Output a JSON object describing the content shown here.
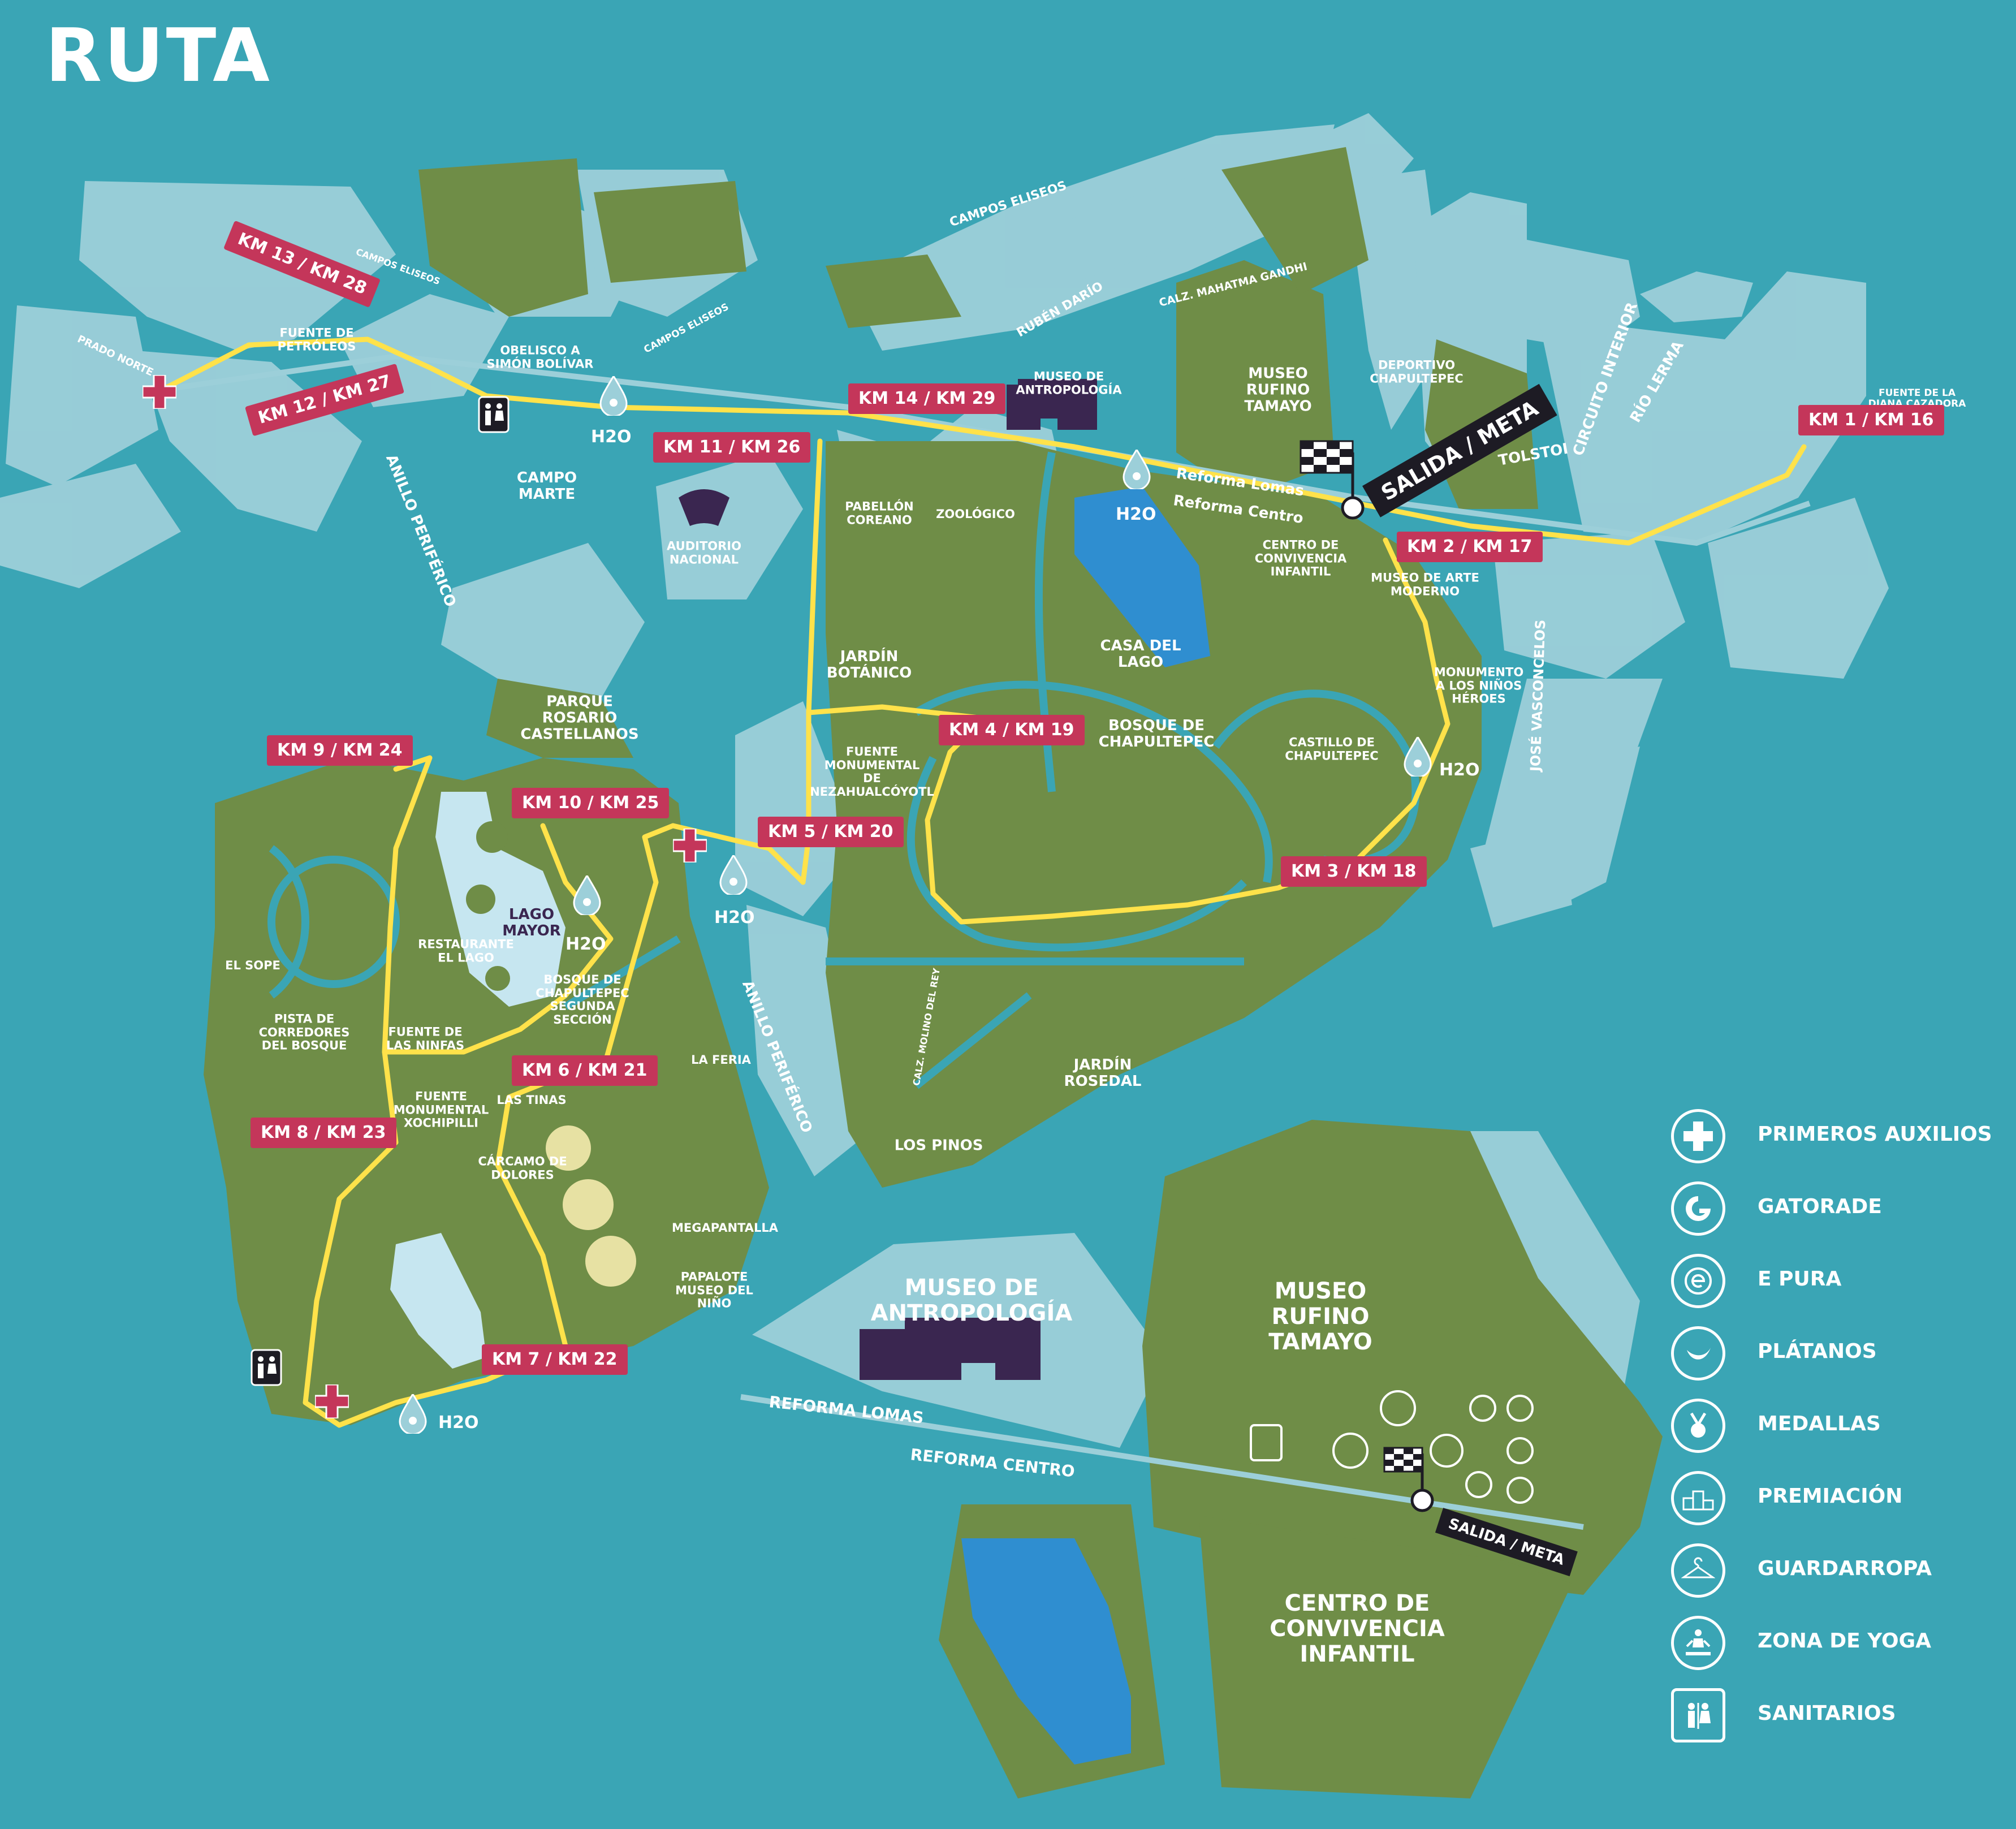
{
  "title": "RUTA",
  "colors": {
    "water": "#3aa5b5",
    "block": "#9ccfd9",
    "park": "#6f8d47",
    "route": "#ffe24a",
    "marker": "#c4365a",
    "lake": "#2f8ed0",
    "lake_light": "#c6e6f0",
    "museum": "#3a2650",
    "flag_tag": "#1d1b24"
  },
  "km_markers": [
    {
      "id": "km13-28",
      "label": "KM 13 / KM 28"
    },
    {
      "id": "km12-27",
      "label": "KM 12 / KM 27"
    },
    {
      "id": "km14-29",
      "label": "KM 14 / KM 29"
    },
    {
      "id": "km11-26",
      "label": "KM 11 / KM 26"
    },
    {
      "id": "km1-16",
      "label": "KM 1 / KM 16"
    },
    {
      "id": "km2-17",
      "label": "KM 2 / KM 17"
    },
    {
      "id": "km4-19",
      "label": "KM 4 / KM 19"
    },
    {
      "id": "km3-18",
      "label": "KM 3 / KM 18"
    },
    {
      "id": "km5-20",
      "label": "KM 5 / KM 20"
    },
    {
      "id": "km10-25",
      "label": "KM 10 / KM 25"
    },
    {
      "id": "km9-24",
      "label": "KM 9 / KM 24"
    },
    {
      "id": "km6-21",
      "label": "KM 6 / KM 21"
    },
    {
      "id": "km8-23",
      "label": "KM 8 / KM 23"
    },
    {
      "id": "km7-22",
      "label": "KM 7 / KM 22"
    }
  ],
  "places": {
    "campo_marte": "CAMPO\nMARTE",
    "auditorio": "AUDITORIO\nNACIONAL",
    "pabellon": "PABELLÓN\nCOREANO",
    "zoologico": "ZOOLÓGICO",
    "museo_antropologia_small": "MUSEO DE\nANTROPOLOGÍA",
    "museo_rufino_small": "MUSEO\nRUFINO\nTAMAYO",
    "deportivo": "DEPORTIVO\nCHAPULTEPEC",
    "centro_conv_small": "CENTRO DE\nCONVIVENCIA\nINFANTIL",
    "museo_arte_moderno": "MUSEO DE ARTE\nMODERNO",
    "casa_lago": "CASA DEL\nLAGO",
    "bosque_chapultepec": "BOSQUE DE\nCHAPULTEPEC",
    "castillo": "CASTILLO DE\nCHAPULTEPEC",
    "monumento_ninos": "MONUMENTO\nA LOS NIÑOS\nHÉROES",
    "jardin_botanico": "JARDÍN\nBOTÁNICO",
    "fuente_nezahualcoyotl": "FUENTE\nMONUMENTAL\nDE\nNEZAHUALCÓYOTL",
    "parque_rosario": "PARQUE\nROSARIO\nCASTELLANOS",
    "lago_mayor": "LAGO\nMAYOR",
    "restaurante": "RESTAURANTE\nEL LAGO",
    "bosque_segunda": "BOSQUE DE\nCHAPULTEPEC\nSEGUNDA\nSECCIÓN",
    "el_sope": "EL SOPE",
    "pista_corredores": "PISTA DE\nCORREDORES\nDEL BOSQUE",
    "fuente_ninfas": "FUENTE DE\nLAS NINFAS",
    "fuente_xochipilli": "FUENTE\nMONUMENTAL\nXOCHIPILLI",
    "la_feria": "LA FERIA",
    "las_tinas": "LAS TINAS",
    "carcamo": "CÁRCAMO DE\nDOLORES",
    "megapantalla": "MEGAPANTALLA",
    "papalote": "PAPALOTE\nMUSEO DEL\nNIÑO",
    "jardin_rosedal": "JARDÍN\nROSEDAL",
    "los_pinos": "LOS PINOS",
    "calz_molino": "CALZ. MOLINO DEL REY",
    "fuente_petroleos": "FUENTE DE\nPETRÓLEOS",
    "obelisco": "OBELISCO A\nSIMÓN BOLÍVAR",
    "fuente_diana": "FUENTE DE LA DIANA CAZADORA",
    "inset_museo_antropologia": "MUSEO DE\nANTROPOLOGÍA",
    "inset_museo_rufino": "MUSEO\nRUFINO\nTAMAYO",
    "inset_centro": "CENTRO DE\nCONVIVENCIA\nINFANTIL"
  },
  "roads": {
    "campos_eliseos_1": "CAMPOS ELISEOS",
    "campos_eliseos_2": "CAMPOS ELISEOS",
    "campos_eliseos_3": "CAMPOS ELISEOS",
    "ruben_dario": "RUBÉN DARÍO",
    "mahatma": "CALZ. MAHATMA GANDHI",
    "prado_norte": "PRADO NORTE",
    "anillo_1": "ANILLO PERIFÉRICO",
    "anillo_2": "ANILLO PERIFÉRICO",
    "reforma_lomas": "Reforma Lomas",
    "reforma_centro": "Reforma Centro",
    "tolstoi": "TOLSTOI",
    "circuito": "CIRCUITO INTERIOR",
    "rio_lerma": "RÍO LERMA",
    "vasconcelos": "JOSÉ VASCONCELOS",
    "inset_reforma_lomas": "REFORMA LOMAS",
    "inset_reforma_centro": "REFORMA CENTRO"
  },
  "h2o_label": "H2O",
  "salida_meta_main": "SALIDA / META",
  "salida_meta_inset": "SALIDA / META",
  "legend": [
    {
      "icon": "first-aid-icon",
      "label": "PRIMEROS AUXILIOS"
    },
    {
      "icon": "gatorade-icon",
      "label": "GATORADE"
    },
    {
      "icon": "epura-icon",
      "label": "E PURA"
    },
    {
      "icon": "banana-icon",
      "label": "PLÁTANOS"
    },
    {
      "icon": "medal-icon",
      "label": "MEDALLAS"
    },
    {
      "icon": "podium-icon",
      "label": "PREMIACIÓN"
    },
    {
      "icon": "hanger-icon",
      "label": "GUARDARROPA"
    },
    {
      "icon": "yoga-icon",
      "label": "ZONA DE YOGA"
    },
    {
      "icon": "restroom-icon",
      "label": "SANITARIOS"
    }
  ]
}
